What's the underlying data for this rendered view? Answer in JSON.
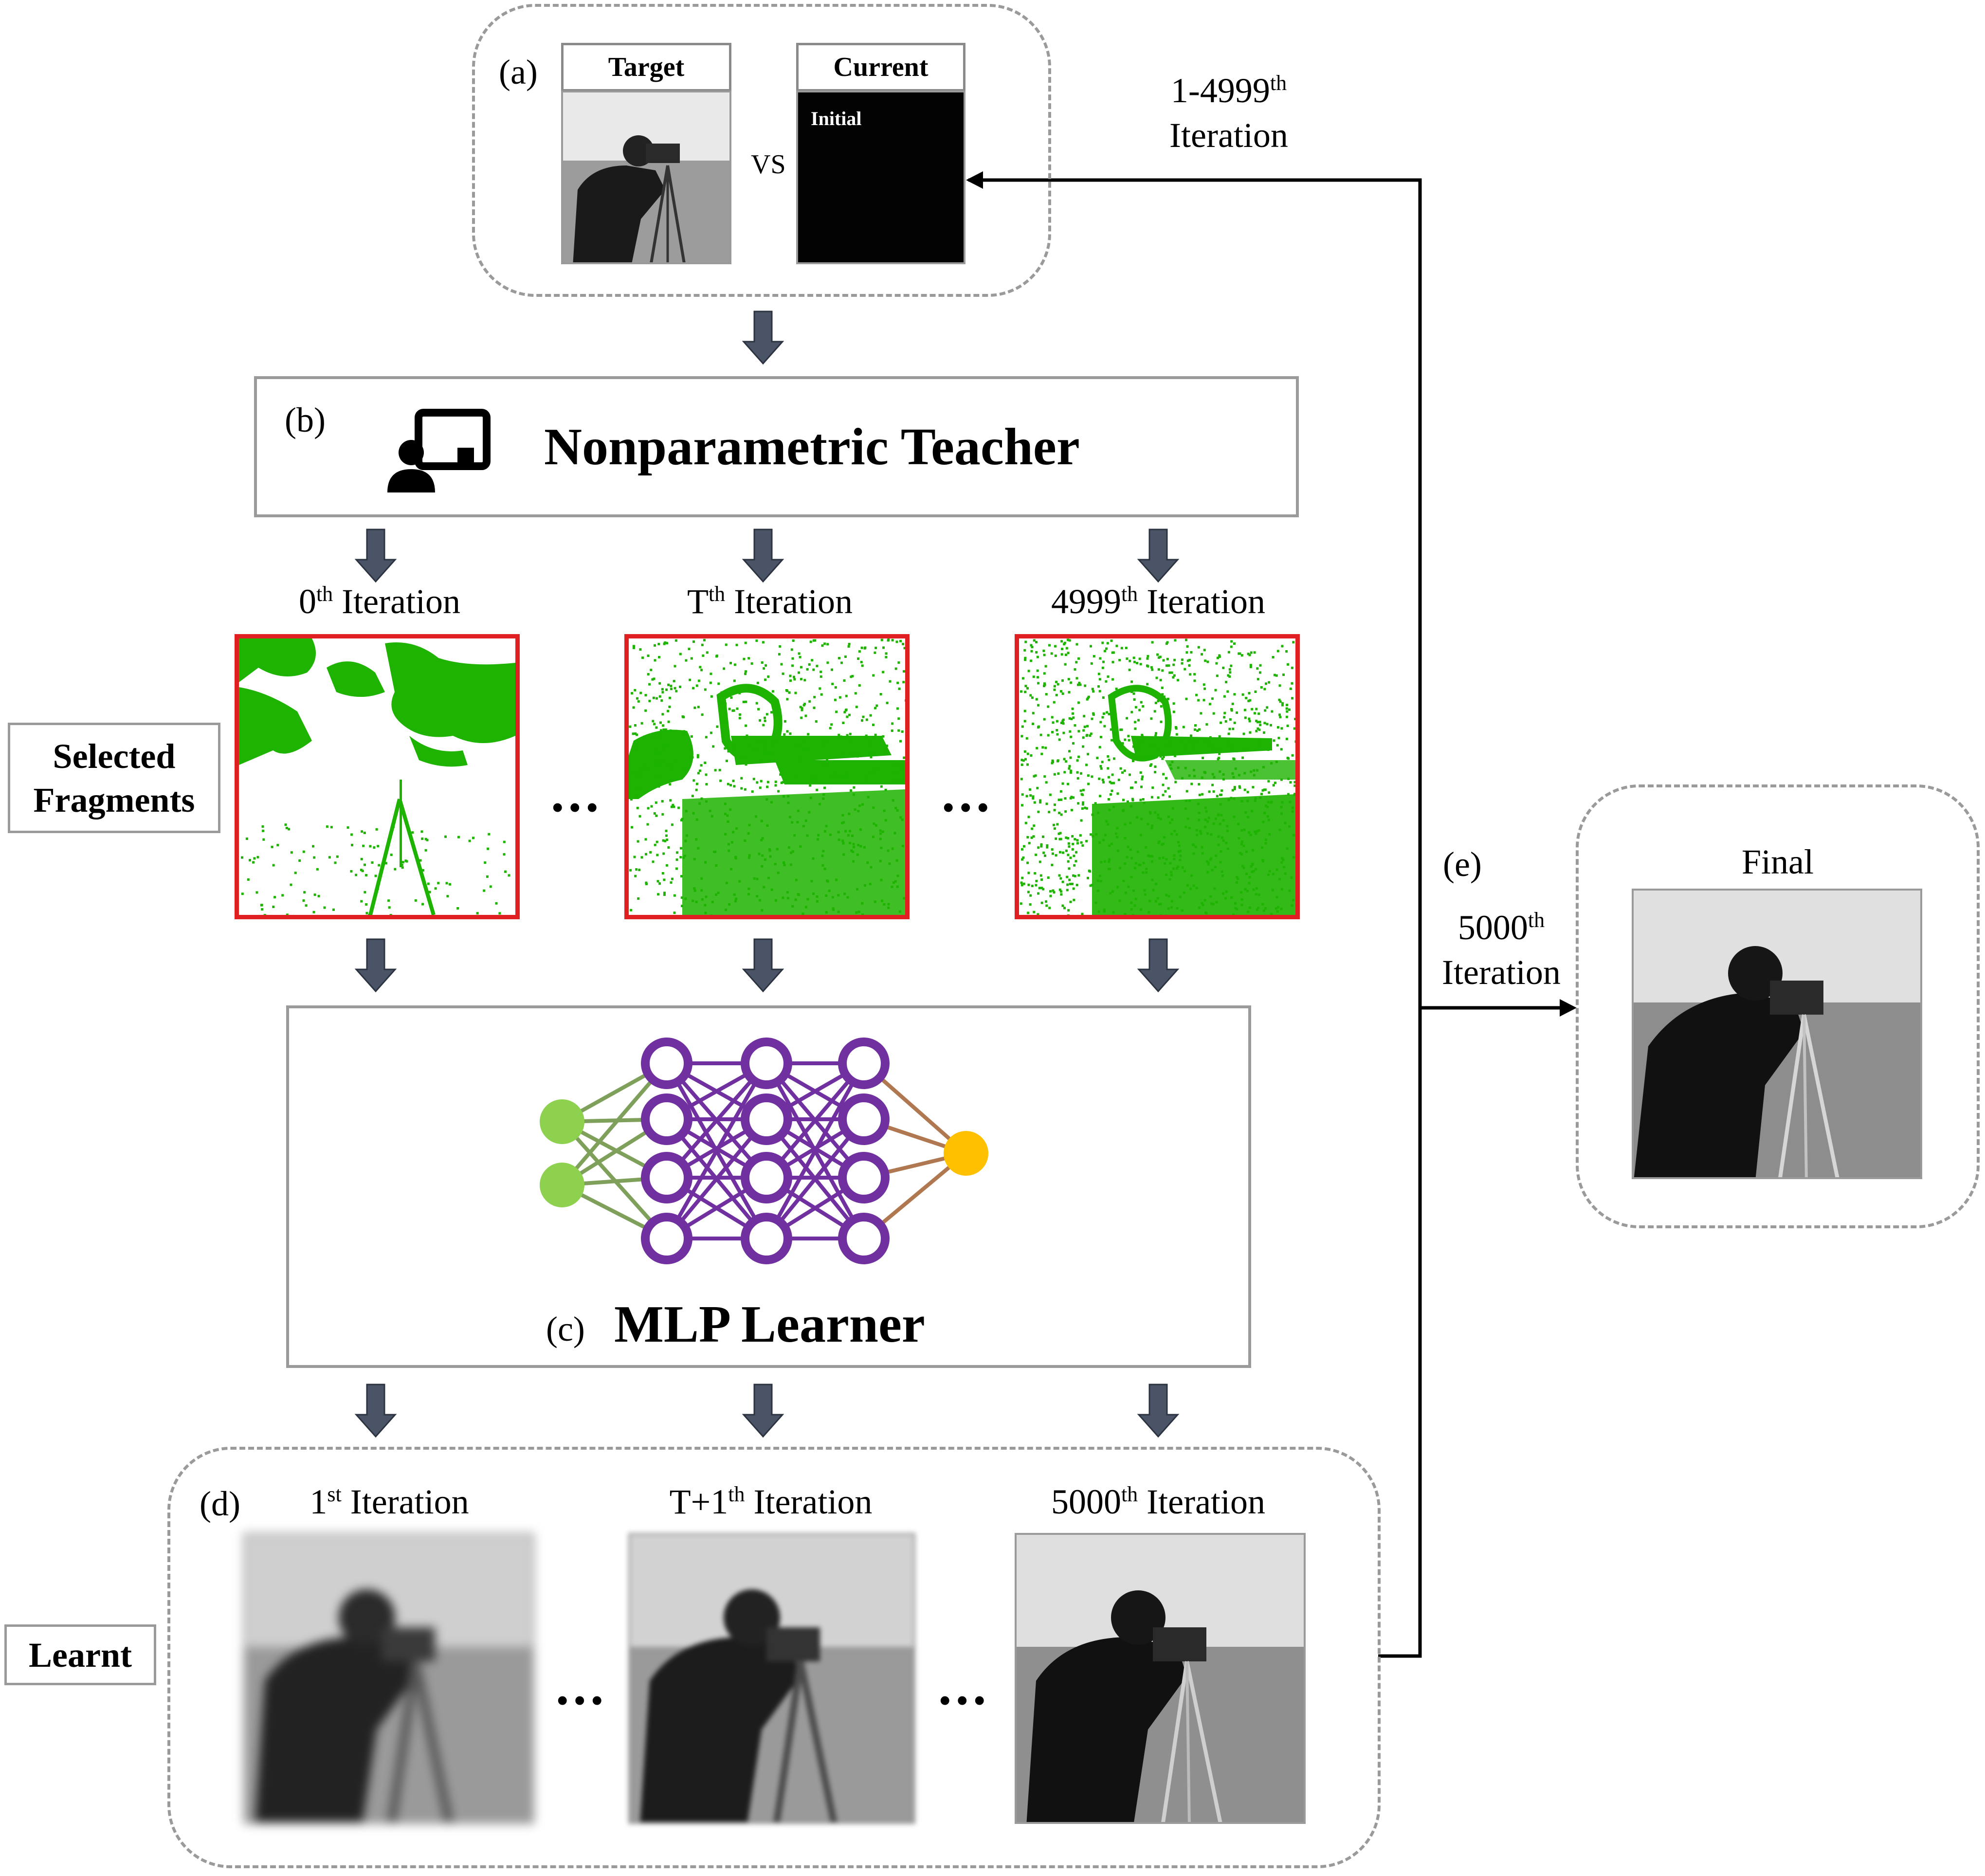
{
  "panel_a": {
    "label": "(a)",
    "target_header": "Target",
    "current_header": "Current",
    "initial_text": "Initial",
    "vs_text": "VS"
  },
  "feedback": {
    "line1": "1-4999",
    "line1_sup": "th",
    "line2": "Iteration"
  },
  "panel_b": {
    "label": "(b)",
    "title": "Nonparametric Teacher",
    "icon": "teacher-presentation-icon"
  },
  "teacher_outputs": [
    {
      "pre": "0",
      "sup": "th",
      "post": " Iteration"
    },
    {
      "pre": "T",
      "sup": "th",
      "post": " Iteration"
    },
    {
      "pre": "4999",
      "sup": "th",
      "post": " Iteration"
    }
  ],
  "selected_fragments_label": {
    "line1": "Selected",
    "line2": "Fragments"
  },
  "ellipsis": "...",
  "panel_c": {
    "label": "(c)",
    "title": "MLP Learner",
    "network": {
      "input_nodes": 2,
      "hidden_layers": 3,
      "hidden_nodes": 4,
      "output_nodes": 1
    },
    "colors": {
      "input": "#8dd14f",
      "hidden": "#7030a0",
      "output": "#ffc000"
    }
  },
  "panel_d": {
    "label": "(d)",
    "outputs": [
      {
        "pre": "1",
        "sup": "st",
        "post": " Iteration"
      },
      {
        "pre": "T+1",
        "sup": "th",
        "post": " Iteration"
      },
      {
        "pre": "5000",
        "sup": "th",
        "post": " Iteration"
      }
    ]
  },
  "learnt_label": "Learnt",
  "panel_e": {
    "label": "(e)",
    "iter_line1": "5000",
    "iter_sup": "th",
    "iter_line2": "Iteration",
    "final_label": "Final"
  },
  "colors": {
    "fragment_green": "#1db300",
    "fragment_border": "#e02020",
    "arrow_fill": "#4a5466",
    "dashed_border": "#9a9a9a"
  }
}
